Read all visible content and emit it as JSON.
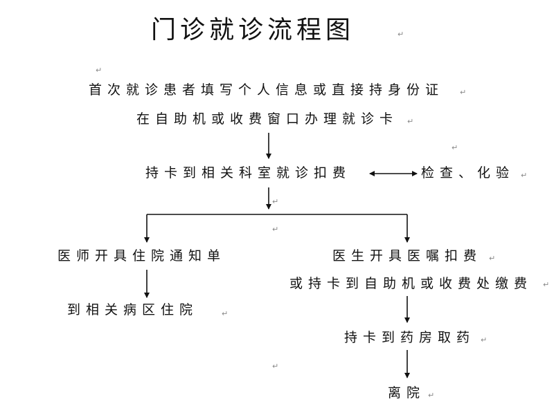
{
  "title": "门诊就诊流程图",
  "return_mark": "↵",
  "steps": {
    "register_line1": "首次就诊患者填写个人信息或直接持身份证",
    "register_line2": "在自助机或收费窗口办理就诊卡",
    "consult": "持卡到相关科室就诊扣费",
    "exam": "检查、化验",
    "admission_notice": "医师开具住院通知单",
    "go_ward": "到相关病区住院",
    "prescription": "医生开具医嘱扣费",
    "pay": "或持卡到自助机或收费处缴费",
    "pharmacy": "持卡到药房取药",
    "leave": "离院"
  }
}
